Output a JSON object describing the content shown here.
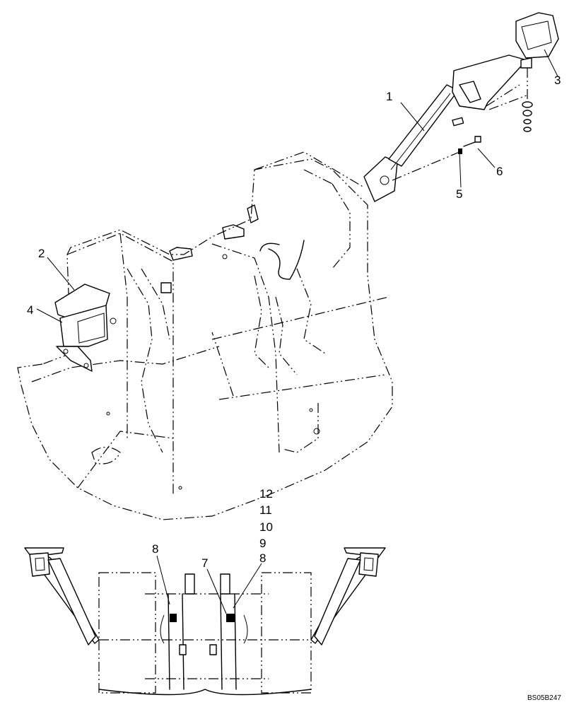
{
  "callouts": {
    "c1": "1",
    "c2": "2",
    "c3": "3",
    "c4": "4",
    "c5": "5",
    "c6": "6",
    "c12": "12",
    "c11": "11",
    "c10": "10",
    "c9": "9",
    "c8a": "8",
    "c7": "7",
    "c8b": "8"
  },
  "drawing_code": "BS05B247"
}
